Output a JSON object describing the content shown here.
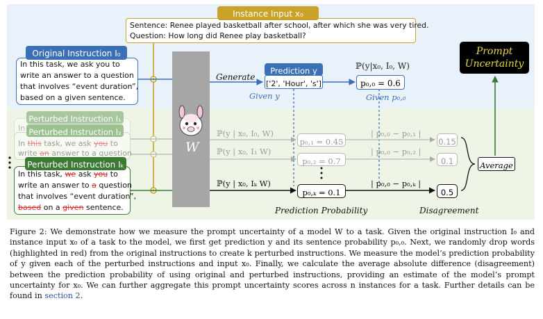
{
  "instance_input": {
    "label": "Instance Input x₀",
    "sentence": "Sentence: Renee played basketball after school, after which she was very tired.",
    "question": "Question: How long did Renee play basketball?"
  },
  "original_instruction": {
    "label": "Original Instruction I₀",
    "lines": [
      "In this task, we ask you to",
      "write an answer to a question",
      "that involves “event duration”,",
      "based on a given sentence."
    ]
  },
  "perturbed_1": {
    "label": "Perturbed Instruction I₁",
    "behind_words": [
      "In",
      "this",
      "task"
    ]
  },
  "perturbed_2": {
    "label": "Perturbed Instruction I₂",
    "line1": [
      "In",
      "this",
      "task, we ask",
      "you",
      "to"
    ],
    "line2": [
      "write",
      "an",
      "answer to a question"
    ]
  },
  "perturbed_k": {
    "label": "Perturbed Instruction Iₖ",
    "line1": [
      "In this task,",
      "we",
      "ask",
      "you",
      "to"
    ],
    "line2": [
      "write an answer to",
      "a",
      "question"
    ],
    "line3": "that involves “event duration”,",
    "line4": [
      "based",
      "on a",
      "given",
      "sentence."
    ]
  },
  "model": {
    "symbol": "W"
  },
  "generate_label": "Generate",
  "prediction": {
    "label": "Prediction y",
    "value": "['2', 'Hour', 's']",
    "given_y": "Given y"
  },
  "prob_original": {
    "header": "ℙ(y|x₀, I₀, W)",
    "value": "p₀,₀ = 0.6",
    "given": "Given p₀,₀"
  },
  "prob_rows": [
    {
      "expr": "ℙ(y | x₀, I₀, W)",
      "value": "p₀,₁ = 0.45",
      "diff": "| p₀,₀ − p₀,₁ |",
      "dis": "0.15"
    },
    {
      "expr": "ℙ(y | x₀, I₁ W)",
      "value": "p₀,₂ = 0.7",
      "diff": "| p₀,₀ − p₀,₂ |",
      "dis": "0.1"
    },
    {
      "expr": "ℙ(y | x₀, Iₖ W)",
      "value": "p₀,ₖ = 0.1",
      "diff": "| p₀,₀ − p₀,ₖ |",
      "dis": "0.5"
    }
  ],
  "average_label": "Average",
  "prompt_uncertainty": {
    "line1": "Prompt",
    "line2": "Uncertainty"
  },
  "section_labels": {
    "prediction_probability": "Prediction Probability",
    "disagreement": "Disagreement"
  },
  "caption": {
    "text": "Figure 2: We demonstrate how we measure the prompt uncertainty of a model W to a task. Given the original instruction I₀ and instance input x₀ of a task to the model, we first get prediction y and its sentence probability p₀,₀. Next, we randomly drop words (highlighted in red) from the original instructions to create k perturbed instructions. We measure the model’s prediction probability of y given each of the perturbed instructions and input x₀. Finally, we calculate the average absolute difference (disagreement) between the prediction probability of using original and perturbed instructions, providing an estimate of the model’s prompt uncertainty for x₀. We can further aggregate this prompt uncertainty scores across n instances for a task. Further details can be found in",
    "ref": "section 2",
    "end": "."
  },
  "colors": {
    "blue": "#3b6fb6",
    "green": "#3a7a33",
    "gold": "#c9a227",
    "red": "#d3302f",
    "model_gray": "#a6a6a6",
    "green_bg": "#eef5e6",
    "blue_bg": "#e9f1fa",
    "black": "#000000"
  },
  "icons": [
    "llama-icon",
    "ellipsis-icon"
  ]
}
